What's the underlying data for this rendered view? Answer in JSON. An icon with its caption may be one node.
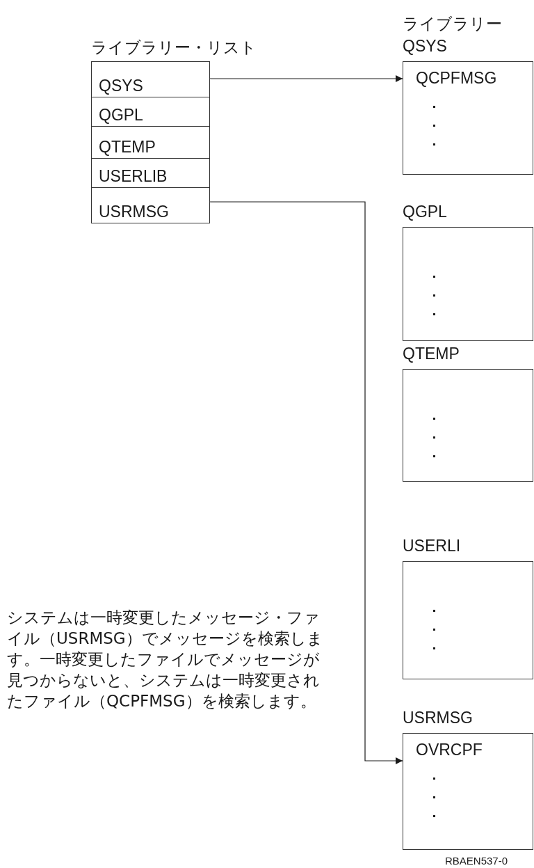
{
  "diagram": {
    "nodes": [
      {
        "text": [
          "ライブラリー・リスト"
        ]
      },
      {
        "text": [
          "QSYS"
        ],
        "in": 0
      },
      {
        "text": [
          "QGPL"
        ],
        "in": 0
      },
      {
        "text": [
          "QTEMP"
        ],
        "in": 0
      },
      {
        "text": [
          "USERLIB"
        ],
        "in": 0
      },
      {
        "text": [
          "USRMSG"
        ],
        "in": 0
      },
      {
        "text": [
          "ライブラリー QSYS",
          "QCPFMSG"
        ]
      },
      {
        "text": [
          "QGPL"
        ]
      },
      {
        "text": [
          "QTEMP"
        ]
      },
      {
        "text": [
          "USERLI"
        ]
      },
      {
        "text": [
          "USRMSG",
          "OVRCPF"
        ]
      }
    ],
    "edges": [
      {
        "from": 1,
        "to": 6,
        "arrow": "to"
      },
      {
        "from": 5,
        "to": 10,
        "arrow": "to"
      }
    ],
    "labels": [
      "システムは一時変更したメッセージ・ファイル（USRMSG）でメッセージを検索します。一時変更したファイルでメッセージが見つからないと、システムは一時変更されたファイル（QCPFMSG）を検索します。",
      "RBAEN537-0"
    ]
  }
}
